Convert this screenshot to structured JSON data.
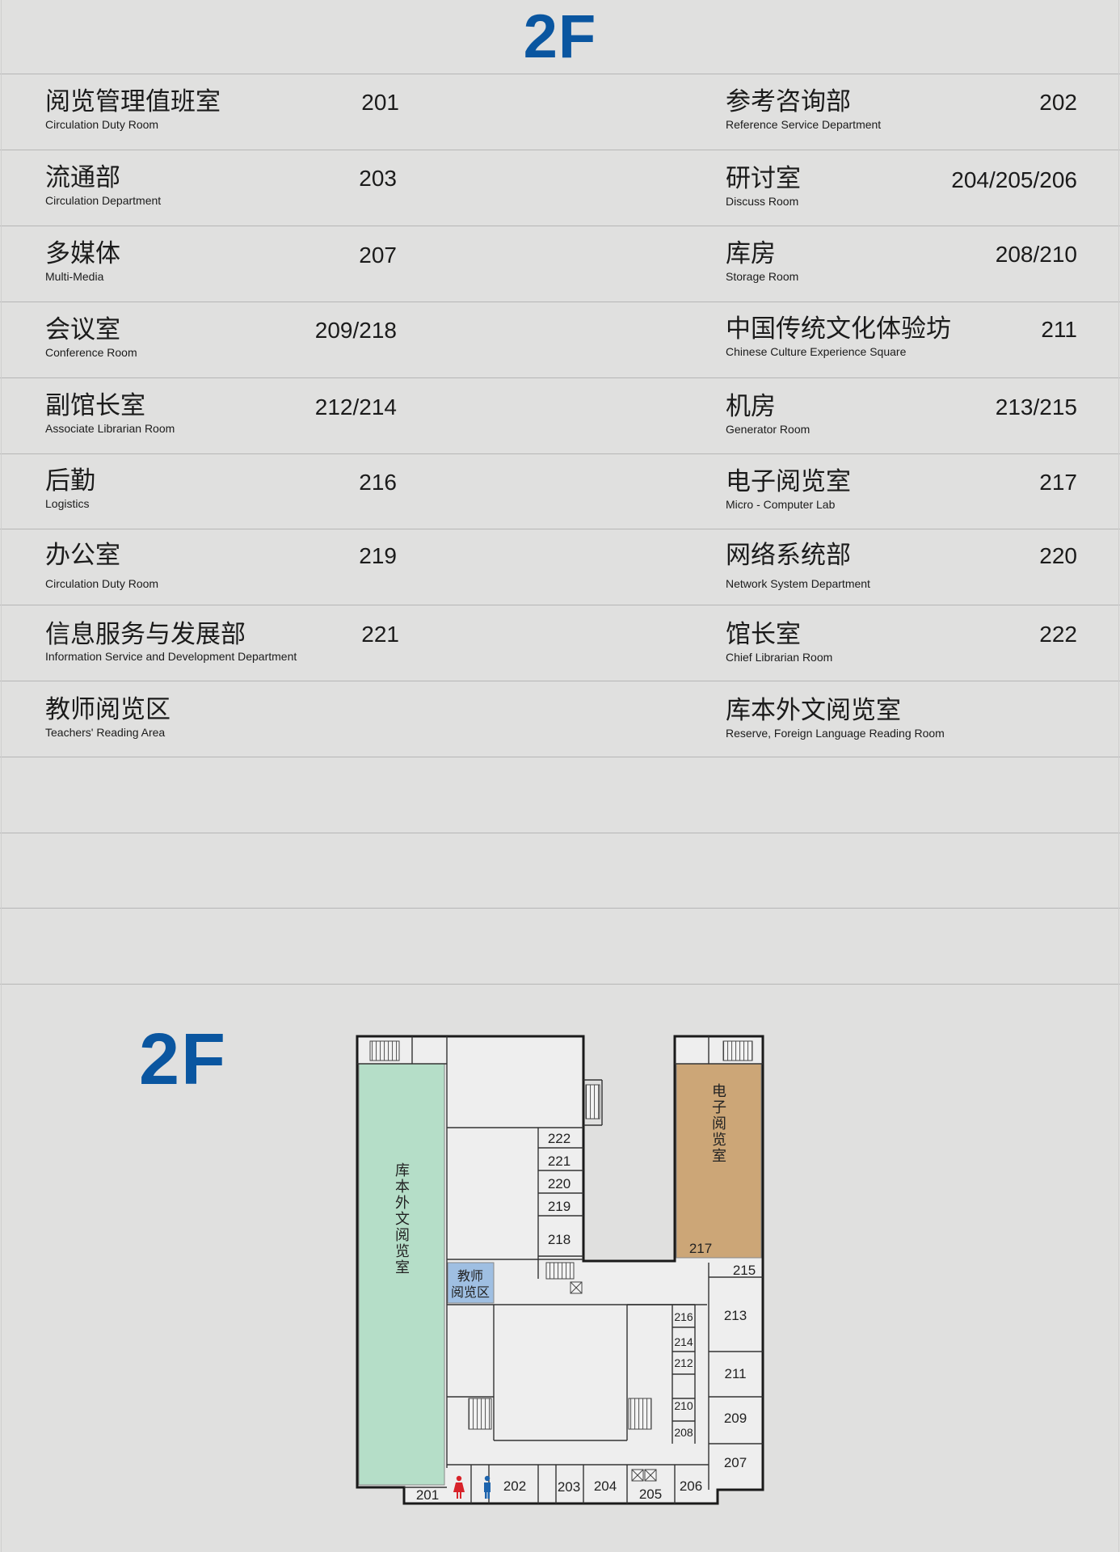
{
  "page_title": "2F",
  "directory": [
    {
      "cn": "阅览管理值班室",
      "en": "Circulation Duty  Room",
      "num": "201"
    },
    {
      "cn": "参考咨询部",
      "en": "Reference Service Department",
      "num": "202"
    },
    {
      "cn": "流通部",
      "en": "Circulation Department",
      "num": "203"
    },
    {
      "cn": "研讨室",
      "en": "Discuss Room",
      "num": "204/205/206"
    },
    {
      "cn": "多媒体",
      "en": "Multi-Media",
      "num": "207"
    },
    {
      "cn": "库房",
      "en": "Storage Room",
      "num": "208/210"
    },
    {
      "cn": "会议室",
      "en": "Conference Room",
      "num": "209/218"
    },
    {
      "cn": "中国传统文化体验坊",
      "en": "Chinese Culture Experience Square",
      "num": "211"
    },
    {
      "cn": "副馆长室",
      "en": "Associate Librarian Room",
      "num": "212/214"
    },
    {
      "cn": "机房",
      "en": "Generator Room",
      "num": "213/215"
    },
    {
      "cn": "后勤",
      "en": "Logistics",
      "num": "216"
    },
    {
      "cn": "电子阅览室",
      "en": "Micro - Computer Lab",
      "num": "217"
    },
    {
      "cn": "办公室",
      "en": "Circulation Duty Room",
      "num": "219"
    },
    {
      "cn": "网络系统部",
      "en": "Network System Department",
      "num": "220"
    },
    {
      "cn": "信息服务与发展部",
      "en": "Information Service and Development Department",
      "num": "221"
    },
    {
      "cn": "馆长室",
      "en": "Chief Librarian Room",
      "num": "222"
    },
    {
      "cn": "教师阅览区",
      "en": "Teachers' Reading Area",
      "num": ""
    },
    {
      "cn": "库本外文阅览室",
      "en": "Reserve, Foreign Language Reading Room",
      "num": ""
    }
  ],
  "plan": {
    "label": "2F",
    "areas": {
      "foreign_reading": "库本外文阅览室",
      "computer_lab": "电子阅览室",
      "teachers_area_line1": "教师",
      "teachers_area_line2": "阅览区"
    },
    "rooms": [
      "201",
      "202",
      "203",
      "204",
      "205",
      "206",
      "207",
      "208",
      "209",
      "210",
      "211",
      "212",
      "213",
      "214",
      "215",
      "216",
      "217",
      "218",
      "219",
      "220",
      "221",
      "222"
    ],
    "colors": {
      "foreign_reading": "#b5dec8",
      "computer_lab": "#cca677",
      "teachers_area": "#9fbfe2",
      "walls": "#1a1a1a",
      "women_icon": "#d8232a",
      "men_icon": "#1d64ad"
    },
    "icons": [
      "stairs-icon",
      "elevator-icon",
      "women-restroom-icon",
      "men-restroom-icon"
    ]
  }
}
